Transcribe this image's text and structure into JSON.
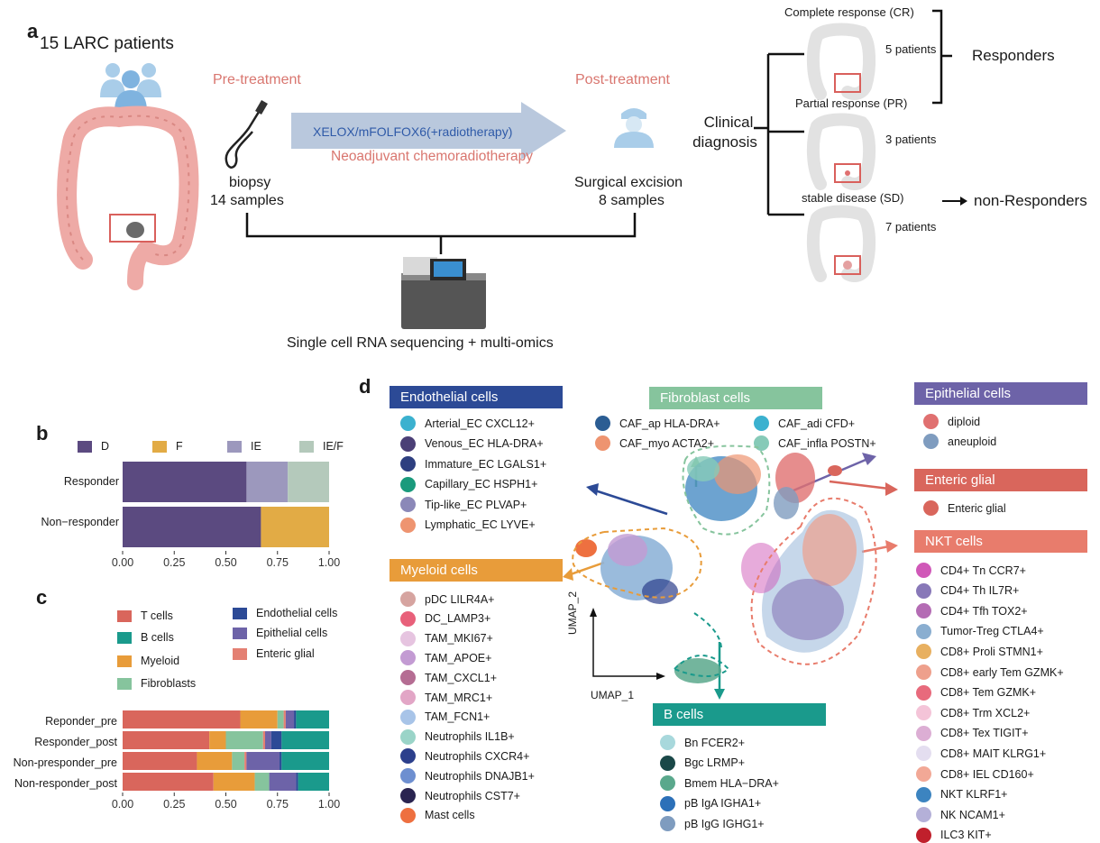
{
  "panel_a": {
    "letter": "a",
    "patients_label": "15 LARC patients",
    "pre_treatment": "Pre-treatment",
    "post_treatment": "Post-treatment",
    "regimen": "XELOX/mFOLFOX6(+radiotherapy)",
    "neoadjuvant": "Neoadjuvant chemoradiotherapy",
    "biopsy_label": "biopsy",
    "biopsy_samples": "14 samples",
    "surgery_label": "Surgical excision",
    "surgery_samples": "8 samples",
    "sequencing": "Single cell RNA sequencing + multi-omics",
    "clinical_1": "Clinical",
    "clinical_2": "diagnosis",
    "cr": "Complete  response (CR)",
    "cr_n": "5 patients",
    "pr": "Partial  response (PR)",
    "pr_n": "3 patients",
    "sd": "stable disease (SD)",
    "sd_n": "7 patients",
    "responders": "Responders",
    "non_responders": "non-Responders"
  },
  "panel_b": {
    "letter": "b",
    "legend": [
      {
        "label": "D",
        "color": "#5b4a80"
      },
      {
        "label": "F",
        "color": "#e2ab45"
      },
      {
        "label": "IE",
        "color": "#9c98bd"
      },
      {
        "label": "IE/F",
        "color": "#b4c9bb"
      }
    ],
    "rows": [
      "Responder",
      "Non−responder"
    ],
    "ticks": [
      "0.00",
      "0.25",
      "0.50",
      "0.75",
      "1.00"
    ]
  },
  "panel_c": {
    "letter": "c",
    "legend_left": [
      {
        "label": "T cells",
        "color": "#d9665c"
      },
      {
        "label": "B cells",
        "color": "#1a9a8c"
      },
      {
        "label": "Myeloid",
        "color": "#e89c3a"
      },
      {
        "label": "Fibroblasts",
        "color": "#86c49d"
      }
    ],
    "legend_right": [
      {
        "label": "Endothelial cells",
        "color": "#2c4a96"
      },
      {
        "label": "Epithelial cells",
        "color": "#6d63a8"
      },
      {
        "label": "Enteric glial",
        "color": "#e48073"
      }
    ],
    "rows": [
      "Reponder_pre",
      "Responder_post",
      "Non-presponder_pre",
      "Non-responder_post"
    ],
    "ticks": [
      "0.00",
      "0.25",
      "0.50",
      "0.75",
      "1.00"
    ]
  },
  "panel_d": {
    "letter": "d",
    "umap_x": "UMAP_1",
    "umap_y": "UMAP_2",
    "endothelial": {
      "title": "Endothelial cells",
      "color": "#2c4a96",
      "items": [
        {
          "label": "Arterial_EC CXCL12+",
          "color": "#3bb1cf"
        },
        {
          "label": "Venous_EC HLA-DRA+",
          "color": "#4b3f76"
        },
        {
          "label": "Immature_EC LGALS1+",
          "color": "#2e3f80"
        },
        {
          "label": "Capillary_EC HSPH1+",
          "color": "#1a9a7c"
        },
        {
          "label": "Tip-like_EC PLVAP+",
          "color": "#8b88b8"
        },
        {
          "label": "Lymphatic_EC LYVE+",
          "color": "#ee9470"
        }
      ]
    },
    "fibroblast": {
      "title": "Fibroblast cells",
      "color": "#86c49d",
      "items": [
        {
          "label": "CAF_ap HLA-DRA+",
          "color": "#2b5d93"
        },
        {
          "label": "CAF_myo ACTA2+",
          "color": "#ee9470"
        },
        {
          "label": "CAF_adi CFD+",
          "color": "#3bb1cf"
        },
        {
          "label": "CAF_infla POSTN+",
          "color": "#86cab8"
        }
      ]
    },
    "epithelial": {
      "title": "Epithelial cells",
      "color": "#6d63a8",
      "items": [
        {
          "label": "diploid",
          "color": "#e07070"
        },
        {
          "label": "aneuploid",
          "color": "#7f9cbf"
        }
      ]
    },
    "enteric": {
      "title": "Enteric glial",
      "color": "#d9665c",
      "items": [
        {
          "label": "Enteric glial",
          "color": "#d9665c"
        }
      ]
    },
    "myeloid": {
      "title": "Myeloid cells",
      "color": "#e89c3a",
      "items": [
        {
          "label": "pDC LILR4A+",
          "color": "#d6a4a0"
        },
        {
          "label": "DC_LAMP3+",
          "color": "#e8607a"
        },
        {
          "label": "TAM_MKI67+",
          "color": "#e6c4e0"
        },
        {
          "label": "TAM_APOE+",
          "color": "#c39bd3"
        },
        {
          "label": "TAM_CXCL1+",
          "color": "#b56d93"
        },
        {
          "label": "TAM_MRC1+",
          "color": "#e2a6c6"
        },
        {
          "label": "TAM_FCN1+",
          "color": "#a8c4e8"
        },
        {
          "label": "Neutrophils IL1B+",
          "color": "#9ad4c8"
        },
        {
          "label": "Neutrophils CXCR4+",
          "color": "#2c3f8c"
        },
        {
          "label": "Neutrophils DNAJB1+",
          "color": "#6e8fd0"
        },
        {
          "label": "Neutrophils CST7+",
          "color": "#2a2450"
        },
        {
          "label": "Mast cells",
          "color": "#ee7040"
        }
      ]
    },
    "nkt": {
      "title": "NKT cells",
      "color": "#e87c6c",
      "items": [
        {
          "label": "CD4+ Tn CCR7+",
          "color": "#d058b8"
        },
        {
          "label": "CD4+ Th IL7R+",
          "color": "#8878b8"
        },
        {
          "label": "CD4+ Tfh TOX2+",
          "color": "#b46cb4"
        },
        {
          "label": "Tumor-Treg CTLA4+",
          "color": "#8aaed0"
        },
        {
          "label": "CD8+ Proli STMN1+",
          "color": "#e8b060"
        },
        {
          "label": "CD8+ early Tem GZMK+",
          "color": "#eea08c"
        },
        {
          "label": "CD8+ Tem GZMK+",
          "color": "#e86a7c"
        },
        {
          "label": "CD8+ Trm XCL2+",
          "color": "#f4c4d8"
        },
        {
          "label": "CD8+ Tex TIGIT+",
          "color": "#dcaed4"
        },
        {
          "label": "CD8+ MAIT KLRG1+",
          "color": "#e4def0"
        },
        {
          "label": "CD8+ IEL CD160+",
          "color": "#f2a896"
        },
        {
          "label": "NKT KLRF1+",
          "color": "#3c84c0"
        },
        {
          "label": "NK NCAM1+",
          "color": "#b4b0d8"
        },
        {
          "label": "ILC3 KIT+",
          "color": "#c0202c"
        }
      ]
    },
    "bcells": {
      "title": "B cells",
      "color": "#1a9a8c",
      "items": [
        {
          "label": "Bn FCER2+",
          "color": "#a8d8dc"
        },
        {
          "label": "Bgc LRMP+",
          "color": "#1a4848"
        },
        {
          "label": "Bmem HLA−DRA+",
          "color": "#5aa88c"
        },
        {
          "label": "pB IgA IGHA1+",
          "color": "#2c70b8"
        },
        {
          "label": "pB IgG IGHG1+",
          "color": "#7f9cbf"
        }
      ]
    }
  },
  "chart_data": [
    {
      "type": "bar",
      "stacked": true,
      "orientation": "horizontal",
      "categories": [
        "Responder",
        "Non−responder"
      ],
      "series": [
        {
          "name": "D",
          "values": [
            0.6,
            0.67
          ]
        },
        {
          "name": "F",
          "values": [
            0.0,
            0.33
          ]
        },
        {
          "name": "IE",
          "values": [
            0.2,
            0.0
          ]
        },
        {
          "name": "IE/F",
          "values": [
            0.2,
            0.0
          ]
        }
      ],
      "xlim": [
        0,
        1
      ],
      "legend": "top"
    },
    {
      "type": "bar",
      "stacked": true,
      "orientation": "horizontal",
      "categories": [
        "Reponder_pre",
        "Responder_post",
        "Non-presponder_pre",
        "Non-responder_post"
      ],
      "series": [
        {
          "name": "T cells",
          "values": [
            0.57,
            0.42,
            0.36,
            0.44
          ]
        },
        {
          "name": "Myeloid",
          "values": [
            0.18,
            0.08,
            0.17,
            0.2
          ]
        },
        {
          "name": "Fibroblasts",
          "values": [
            0.03,
            0.18,
            0.06,
            0.07
          ]
        },
        {
          "name": "Enteric glial",
          "values": [
            0.01,
            0.01,
            0.01,
            0.0
          ]
        },
        {
          "name": "Epithelial cells",
          "values": [
            0.04,
            0.03,
            0.16,
            0.13
          ]
        },
        {
          "name": "Endothelial cells",
          "values": [
            0.01,
            0.05,
            0.01,
            0.01
          ]
        },
        {
          "name": "B cells",
          "values": [
            0.16,
            0.23,
            0.23,
            0.15
          ]
        }
      ],
      "xlim": [
        0,
        1
      ],
      "legend": "top"
    }
  ]
}
